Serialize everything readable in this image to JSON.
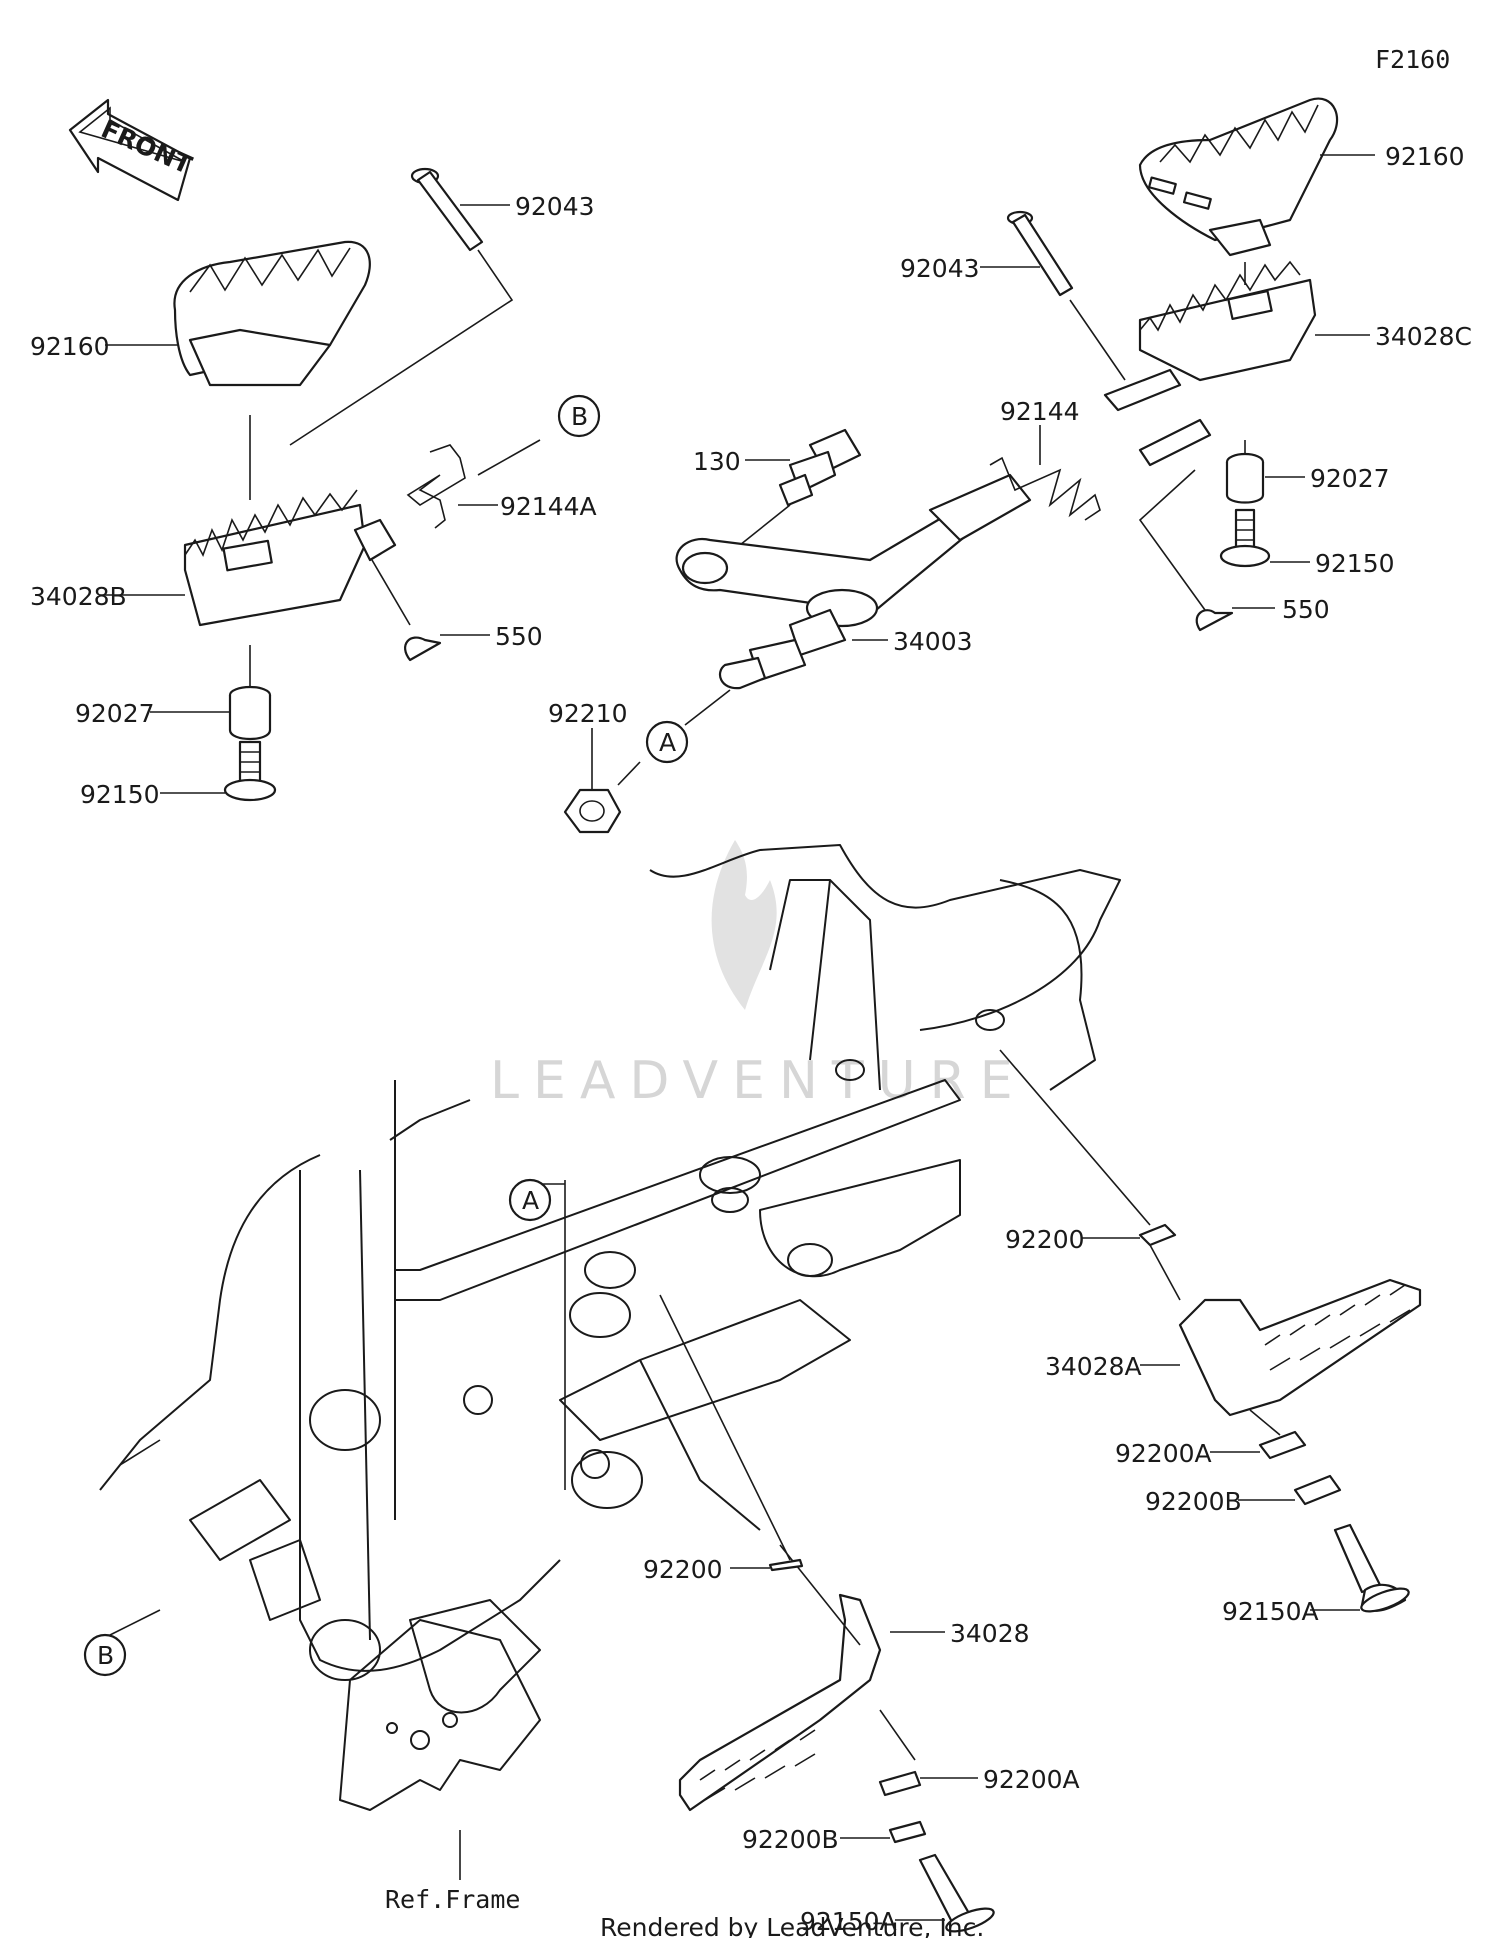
{
  "diagram_code": "F2160",
  "front_arrow_label": "FRONT",
  "watermark": "LEADVENTURE",
  "footer": "Rendered by LeadVenture, Inc.",
  "frame_ref": "Ref.Frame",
  "ref_markers": {
    "a": "A",
    "b": "B"
  },
  "labels": {
    "p92043_left": "92043",
    "p92160_left": "92160",
    "p92144A": "92144A",
    "p34028B": "34028B",
    "p550_left": "550",
    "p92027_left": "92027",
    "p92150_left": "92150",
    "p130": "130",
    "p34003": "34003",
    "p92210": "92210",
    "p92160_right": "92160",
    "p92043_right": "92043",
    "p34028C": "34028C",
    "p92144": "92144",
    "p92027_right": "92027",
    "p92150_right": "92150",
    "p550_right": "550",
    "p92200_right": "92200",
    "p34028A": "34028A",
    "p92200A_right": "92200A",
    "p92200B_right": "92200B",
    "p92150A_right": "92150A",
    "p92200_lower": "92200",
    "p34028": "34028",
    "p92200A_lower": "92200A",
    "p92200B_lower": "92200B",
    "p92150A_lower": "92150A"
  }
}
